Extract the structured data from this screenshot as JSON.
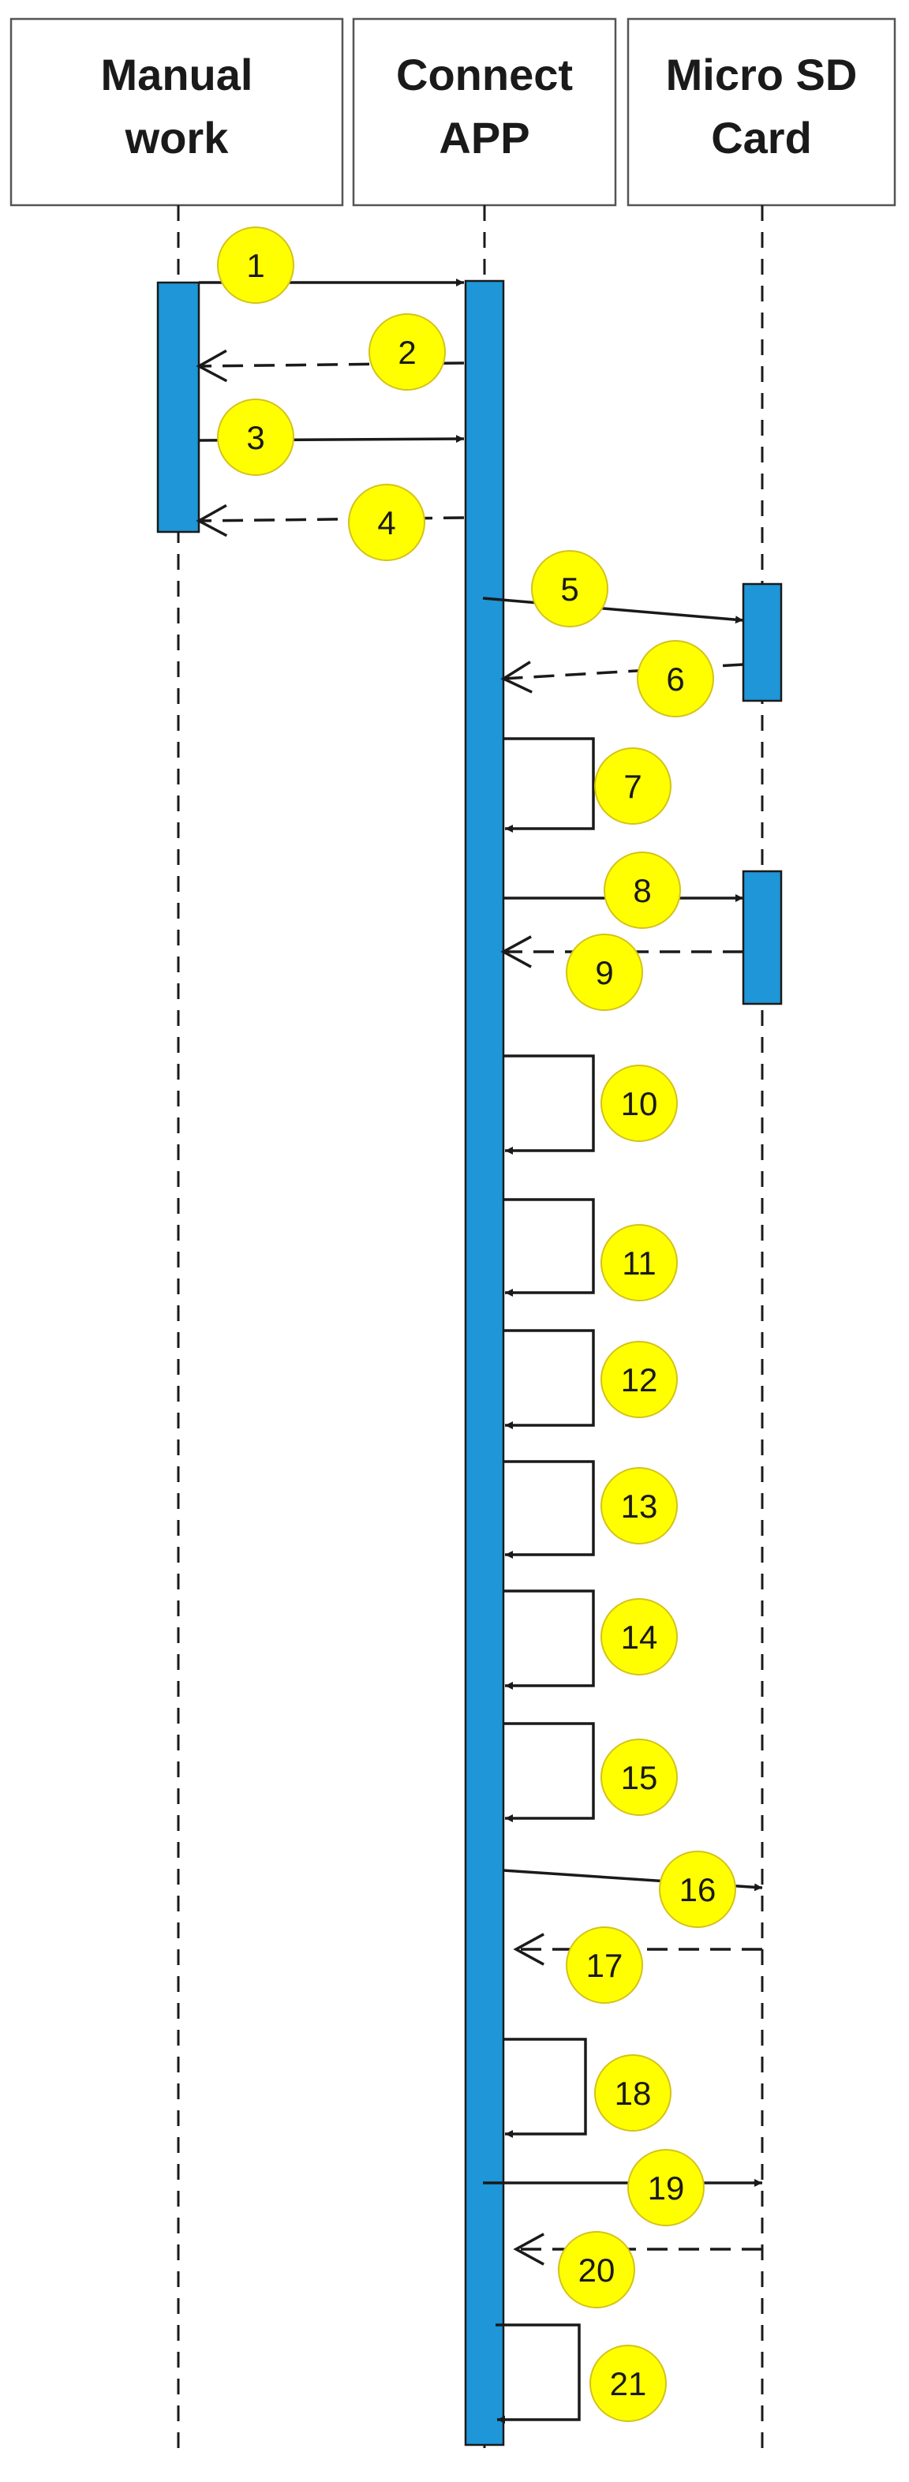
{
  "diagram": {
    "type": "sequence",
    "colors": {
      "background": "#ffffff",
      "activation_fill": "#1e96d8",
      "badge_fill": "#ffff00",
      "line": "#1a1a1a",
      "header_border": "#555555"
    },
    "participants": [
      {
        "id": "manual",
        "lines": [
          "Manual",
          "work"
        ]
      },
      {
        "id": "app",
        "lines": [
          "Connect",
          "APP"
        ]
      },
      {
        "id": "sd",
        "lines": [
          "Micro SD",
          "Card"
        ]
      }
    ],
    "messages": [
      {
        "n": "1",
        "from": "manual",
        "to": "app",
        "kind": "sync"
      },
      {
        "n": "2",
        "from": "app",
        "to": "manual",
        "kind": "reply"
      },
      {
        "n": "3",
        "from": "manual",
        "to": "app",
        "kind": "sync"
      },
      {
        "n": "4",
        "from": "app",
        "to": "manual",
        "kind": "reply"
      },
      {
        "n": "5",
        "from": "app",
        "to": "sd",
        "kind": "sync"
      },
      {
        "n": "6",
        "from": "sd",
        "to": "app",
        "kind": "reply"
      },
      {
        "n": "7",
        "from": "app",
        "to": "app",
        "kind": "self"
      },
      {
        "n": "8",
        "from": "app",
        "to": "sd",
        "kind": "sync"
      },
      {
        "n": "9",
        "from": "sd",
        "to": "app",
        "kind": "reply"
      },
      {
        "n": "10",
        "from": "app",
        "to": "app",
        "kind": "self"
      },
      {
        "n": "11",
        "from": "app",
        "to": "app",
        "kind": "self"
      },
      {
        "n": "12",
        "from": "app",
        "to": "app",
        "kind": "self"
      },
      {
        "n": "13",
        "from": "app",
        "to": "app",
        "kind": "self"
      },
      {
        "n": "14",
        "from": "app",
        "to": "app",
        "kind": "self"
      },
      {
        "n": "15",
        "from": "app",
        "to": "app",
        "kind": "self"
      },
      {
        "n": "16",
        "from": "app",
        "to": "sd",
        "kind": "sync"
      },
      {
        "n": "17",
        "from": "sd",
        "to": "app",
        "kind": "reply"
      },
      {
        "n": "18",
        "from": "app",
        "to": "app",
        "kind": "self"
      },
      {
        "n": "19",
        "from": "app",
        "to": "sd",
        "kind": "sync"
      },
      {
        "n": "20",
        "from": "sd",
        "to": "app",
        "kind": "reply"
      },
      {
        "n": "21",
        "from": "app",
        "to": "app",
        "kind": "self"
      }
    ]
  }
}
